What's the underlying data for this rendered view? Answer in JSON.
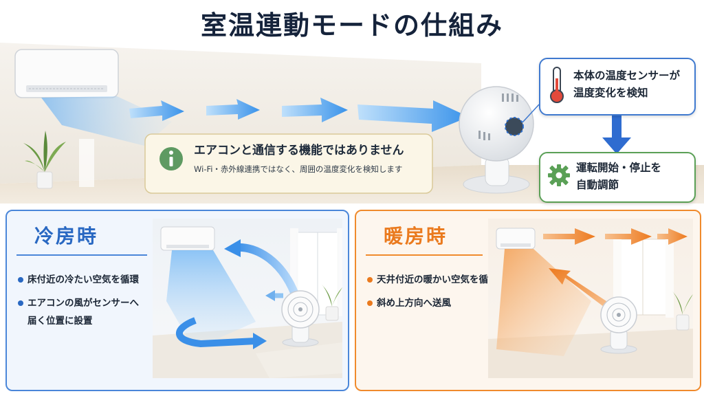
{
  "title": "室温連動モードの仕組み",
  "notice": {
    "title": "エアコンと通信する機能ではありません",
    "subtitle": "Wi-Fi・赤外線連携ではなく、周囲の温度変化を検知します",
    "icon": "info-icon"
  },
  "sensor_callout": {
    "lines": [
      "本体の温度センサーが",
      "温度変化を検知"
    ],
    "icon": "thermometer-icon"
  },
  "auto_callout": {
    "lines": [
      "運転開始・停止を",
      "自動調節"
    ],
    "icon": "gear-icon"
  },
  "cooling": {
    "title": "冷房時",
    "bullets": [
      "床付近の冷たい空気を循環",
      "エアコンの風がセンサーへ",
      "届く位置に設置"
    ]
  },
  "heating": {
    "title": "暖房時",
    "bullets": [
      "天井付近の暖かい空気を循環",
      "斜め上方向へ送風"
    ]
  },
  "colors": {
    "title": "#15233b",
    "cool_accent": "#2968c2",
    "heat_accent": "#ea7a1e",
    "info_green": "#5e9a62",
    "sensor_blue": "#3f79cf",
    "auto_green": "#5aa056"
  }
}
